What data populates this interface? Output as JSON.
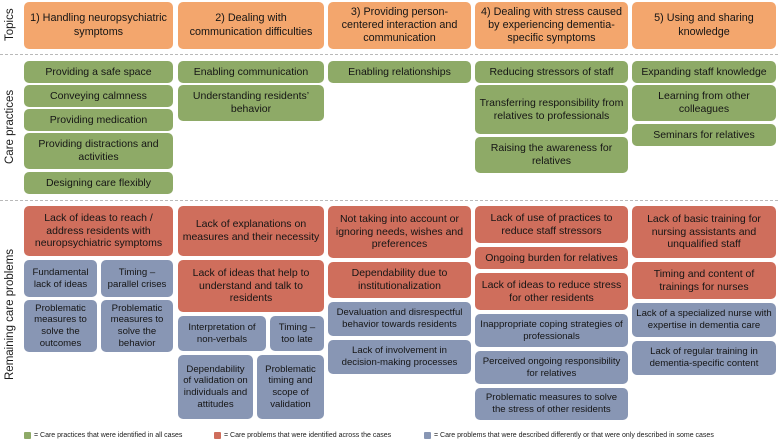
{
  "section_labels": {
    "topics": "Topics",
    "care_practices": "Care practices",
    "remaining": "Remaining care problems"
  },
  "topics": [
    "1) Handling neuropsychiatric symptoms",
    "2) Dealing with communication difficulties",
    "3) Providing person-centered interaction and communication",
    "4) Dealing with stress caused by experiencing dementia-specific symptoms",
    "5) Using and sharing knowledge"
  ],
  "practices": {
    "c1": [
      "Providing a safe space",
      "Conveying calmness",
      "Providing medication",
      "Providing distractions and activities",
      "Designing care flexibly"
    ],
    "c2": [
      "Enabling communication",
      "Understanding residents’ behavior"
    ],
    "c3": [
      "Enabling relationships"
    ],
    "c4": [
      "Reducing stressors of staff",
      "Transferring responsibility from relatives to professionals",
      "Raising the awareness for relatives"
    ],
    "c5": [
      "Expanding staff knowledge",
      "Learning from other colleagues",
      "Seminars for relatives"
    ]
  },
  "problems": {
    "c1": {
      "red": [
        "Lack of ideas to reach / address residents with neuropsychiatric symptoms"
      ],
      "blue": [
        "Fundamental lack of ideas",
        "Timing – parallel crises",
        "Problematic measures to solve the outcomes",
        "Problematic measures to solve the behavior"
      ]
    },
    "c2": {
      "red": [
        "Lack of explanations on measures and their necessity",
        "Lack of ideas that help to understand and talk to residents"
      ],
      "blue": [
        "Interpretation of non-verbals",
        "Timing – too late",
        "Dependability of validation on individuals and attitudes",
        "Problematic timing and scope of validation"
      ]
    },
    "c3": {
      "red": [
        "Not taking into account or ignoring needs, wishes and preferences",
        "Dependability due to institutionalization"
      ],
      "blue": [
        "Devaluation and disrespectful behavior towards residents",
        "Lack of involvement in decision-making processes"
      ]
    },
    "c4": {
      "red": [
        "Lack of use of practices to reduce staff stressors",
        "Ongoing burden for relatives",
        "Lack of ideas to reduce stress for other residents"
      ],
      "blue": [
        "Inappropriate coping strategies of professionals",
        "Perceived ongoing responsibility for relatives",
        "Problematic measures to solve the stress of other residents"
      ]
    },
    "c5": {
      "red": [
        "Lack of basic training for nursing assistants and unqualified staff",
        "Timing and content of trainings for nurses"
      ],
      "blue": [
        "Lack of a specialized nurse with expertise in dementia care",
        "Lack of regular training in dementia-specific content"
      ]
    }
  },
  "legend": [
    {
      "color": "#8eaa67",
      "label": "= Care practices that were identified in all cases"
    },
    {
      "color": "#cf6e5c",
      "label": "= Care problems that were identified across the cases"
    },
    {
      "color": "#8896b4",
      "label": "= Care problems that were described differently or that were only described in some cases"
    }
  ]
}
